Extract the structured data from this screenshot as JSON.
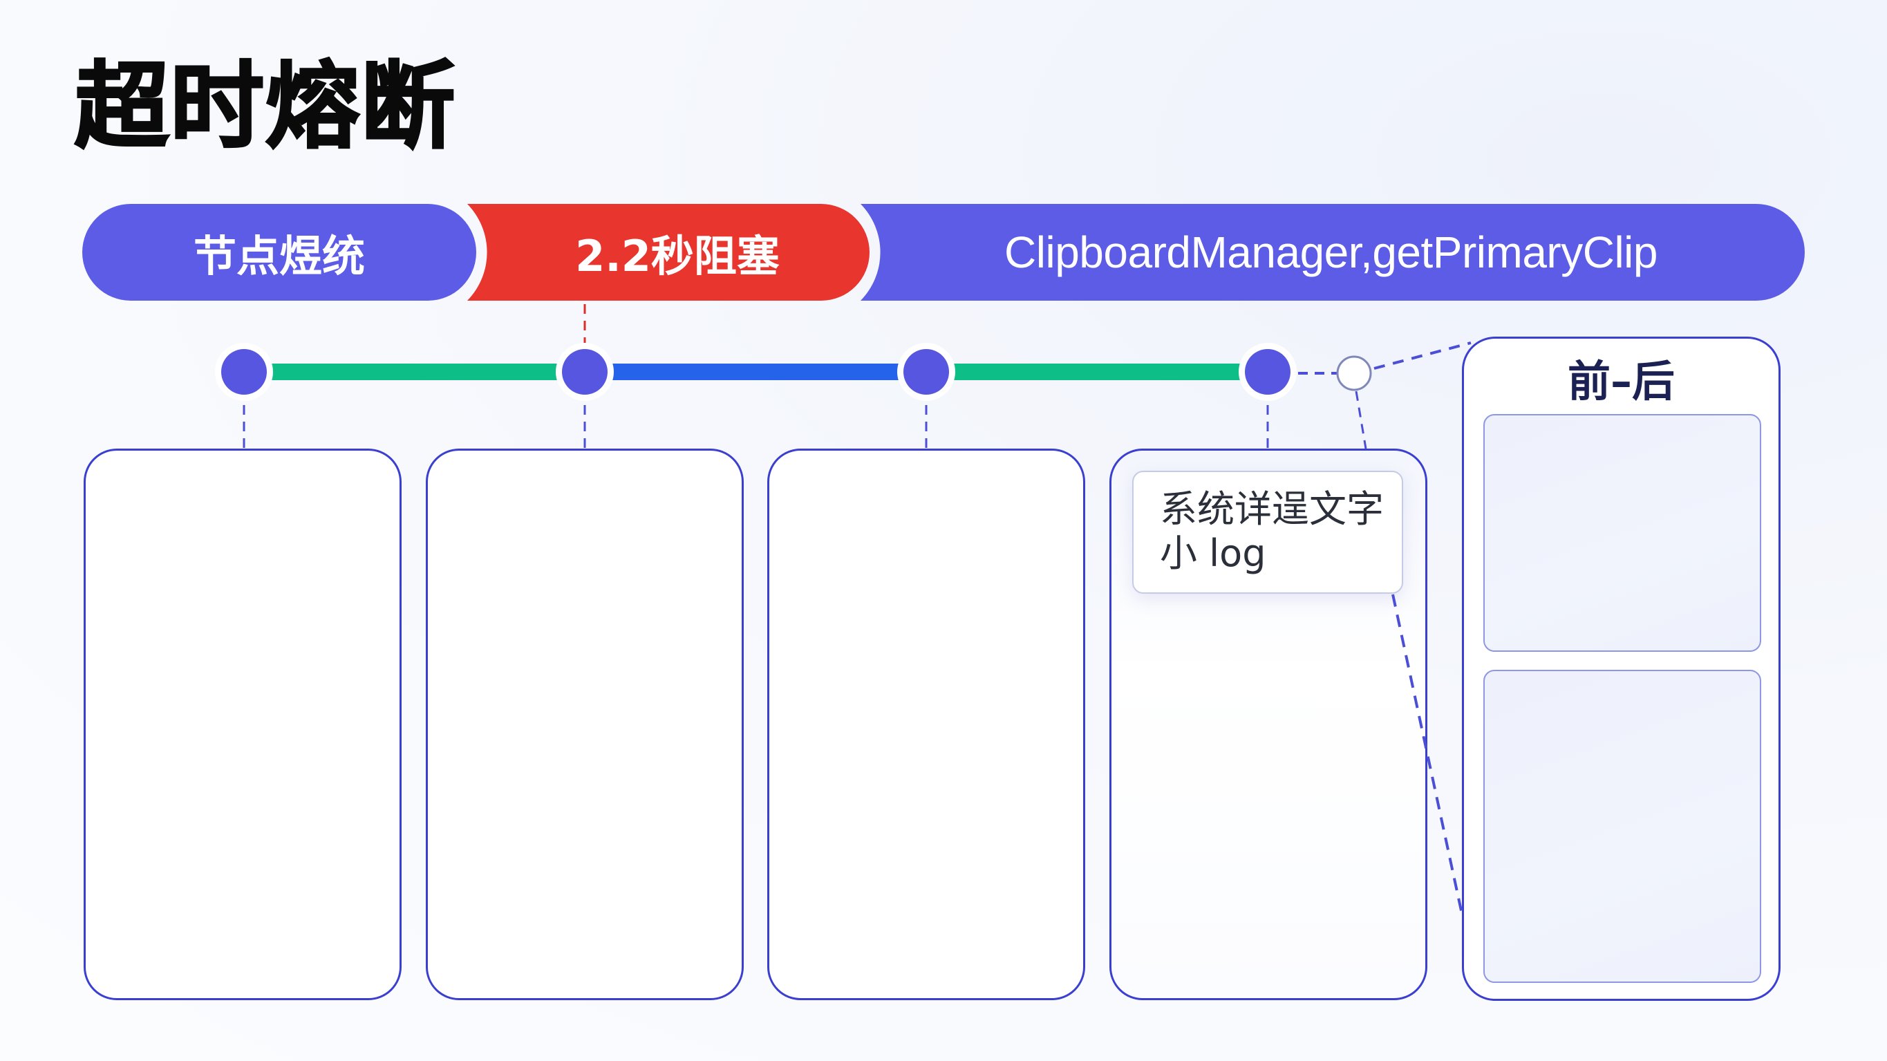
{
  "title": "超时熔断",
  "header_bar": {
    "segments": [
      {
        "label": "节点煜统",
        "color": "#5c5ce6"
      },
      {
        "label": "2.2秒阻塞",
        "color": "#e8352e",
        "highlighted": true
      },
      {
        "label": "ClipboardManager,getPrimaryClip",
        "color": "#5c5ce6"
      }
    ]
  },
  "timeline": {
    "node_color": "#5656e0",
    "nodes": [
      {
        "id": "node-1",
        "type": "filled"
      },
      {
        "id": "node-2",
        "type": "filled",
        "linked_to_segment": 2
      },
      {
        "id": "node-3",
        "type": "filled"
      },
      {
        "id": "node-4",
        "type": "filled"
      },
      {
        "id": "node-5",
        "type": "hollow"
      }
    ],
    "connectors": [
      {
        "from": "node-1",
        "to": "node-2",
        "color": "#0dbf87"
      },
      {
        "from": "node-2",
        "to": "node-3",
        "color": "#2563eb"
      },
      {
        "from": "node-3",
        "to": "node-4",
        "color": "#0dbf87"
      },
      {
        "from": "node-4",
        "to": "node-5",
        "style": "dashed"
      }
    ]
  },
  "cards": [
    {
      "id": "card-1",
      "content": ""
    },
    {
      "id": "card-2",
      "content": ""
    },
    {
      "id": "card-3",
      "content": ""
    },
    {
      "id": "card-4",
      "log": {
        "line1": "系统详逞文字",
        "line2": "小 log"
      }
    }
  ],
  "compare_panel": {
    "title": "前–后",
    "slots": [
      {
        "id": "before",
        "content": ""
      },
      {
        "id": "after",
        "content": ""
      }
    ]
  },
  "colors": {
    "accent_purple": "#5c5ce6",
    "alert_red": "#e8352e",
    "green": "#0dbf87",
    "blue": "#2563eb",
    "card_border": "#3b3fd0",
    "title_navy": "#1b2152"
  }
}
